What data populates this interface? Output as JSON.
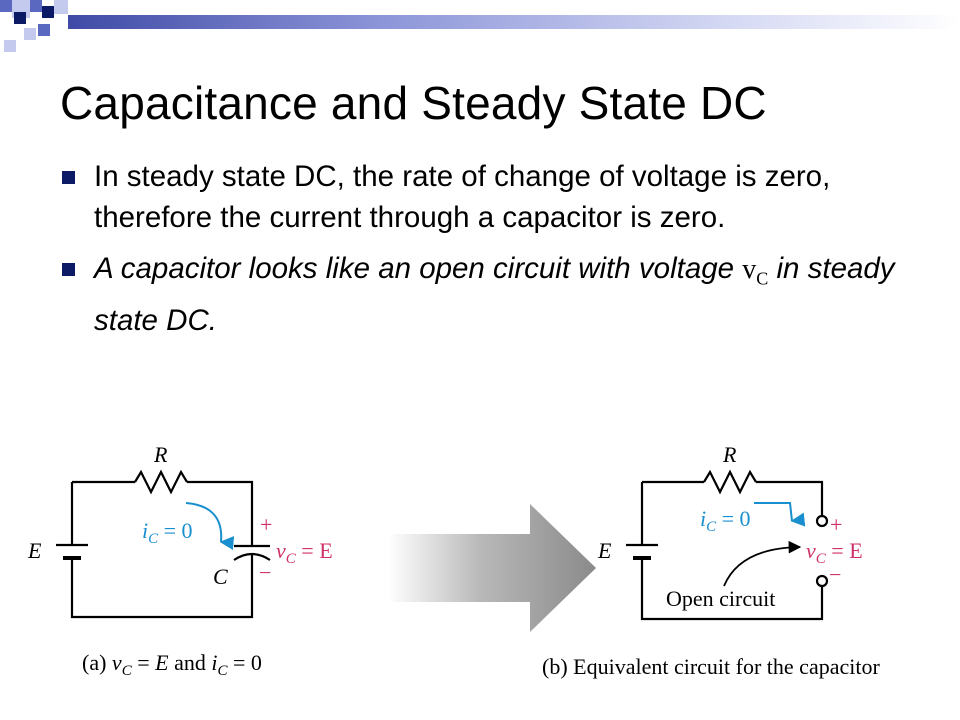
{
  "slide": {
    "title": "Capacitance and Steady State DC",
    "bullets": [
      {
        "text": "In steady state DC, the rate of change of voltage is zero, therefore the current through a capacitor is zero."
      },
      {
        "text_before": "A capacitor looks like an open circuit with voltage ",
        "var": "v",
        "var_sub": "C",
        "text_after": " in steady state DC."
      }
    ]
  },
  "circuit_a": {
    "resistor_label": "R",
    "source_label": "E",
    "capacitor_label": "C",
    "current_label": "i",
    "current_sub": "C",
    "current_value": " = 0",
    "voltage_label": "v",
    "voltage_sub": "C",
    "voltage_value": " = E",
    "plus": "+",
    "minus": "−",
    "caption_prefix": "(a)  ",
    "caption_v": "v",
    "caption_v_sub": "C",
    "caption_mid": " = ",
    "caption_E": "E",
    "caption_and": " and ",
    "caption_i": "i",
    "caption_i_sub": "C",
    "caption_end": " = 0"
  },
  "circuit_b": {
    "resistor_label": "R",
    "source_label": "E",
    "current_label": "i",
    "current_sub": "C",
    "current_value": " = 0",
    "voltage_label": "v",
    "voltage_sub": "C",
    "voltage_value": " = E",
    "plus": "+",
    "minus": "−",
    "open_label": "Open circuit",
    "caption": "(b) Equivalent circuit for the capacitor"
  },
  "colors": {
    "current_blue": "#1a8fcf",
    "voltage_pink": "#d0306a",
    "bullet_navy": "#0d1a66",
    "deco_navy": "#0d1a66",
    "deco_blue": "#5a68c0",
    "deco_light": "#c4c9ee"
  }
}
